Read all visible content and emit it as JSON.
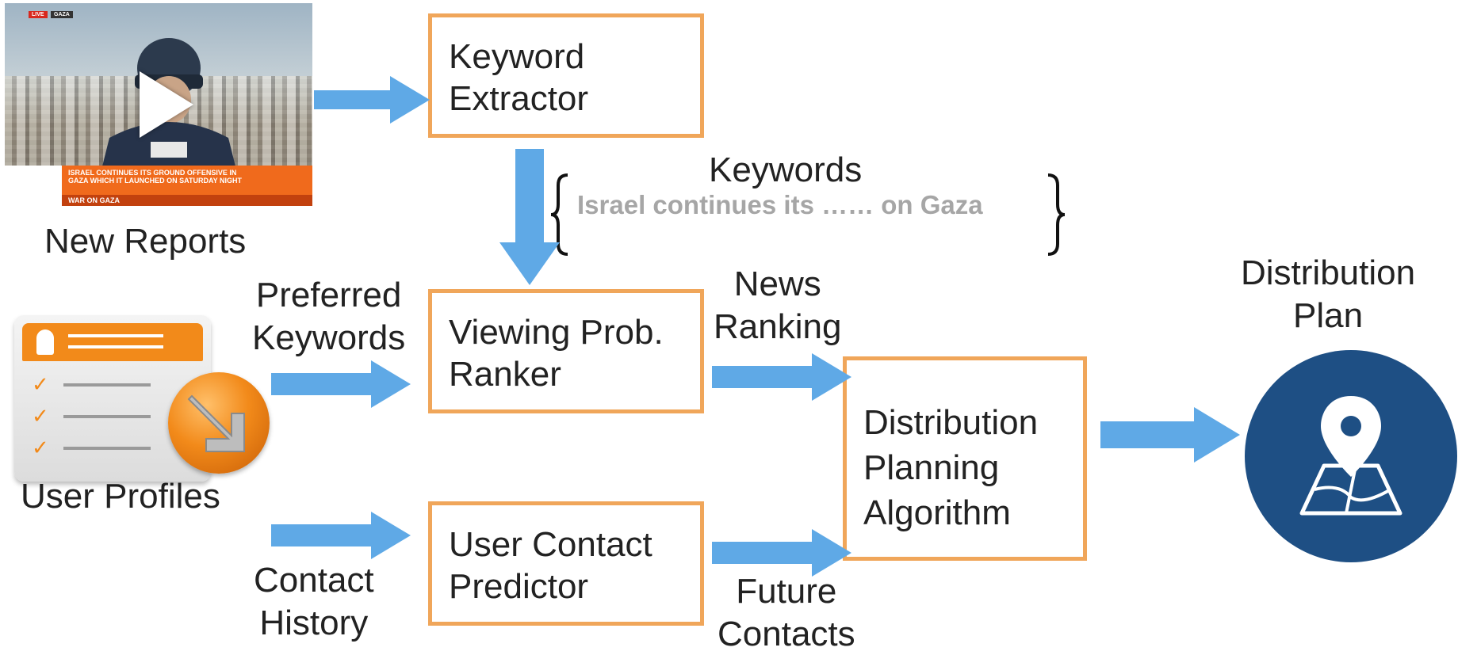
{
  "video": {
    "live_badge": "LIVE",
    "location_badge": "GAZA",
    "ticker_line1": "ISRAEL CONTINUES ITS GROUND OFFENSIVE IN",
    "ticker_line2": "GAZA WHICH IT LAUNCHED ON SATURDAY NIGHT",
    "ticker_bottom": "WAR ON GAZA",
    "caption": "New Reports"
  },
  "boxes": {
    "keyword_extractor": [
      "Keyword",
      "Extractor"
    ],
    "viewing_ranker": [
      "Viewing Prob.",
      "Ranker"
    ],
    "contact_predictor": [
      "User Contact",
      "Predictor"
    ],
    "distribution_planning": [
      "Distribution",
      "Planning",
      "Algorithm"
    ]
  },
  "keywords": {
    "heading": "Keywords",
    "example": "Israel continues its …… on Gaza"
  },
  "labels": {
    "preferred_keywords": [
      "Preferred",
      "Keywords"
    ],
    "user_profiles": "User Profiles",
    "contact_history": [
      "Contact",
      "History"
    ],
    "news_ranking": [
      "News",
      "Ranking"
    ],
    "future_contacts": [
      "Future",
      "Contacts"
    ],
    "distribution_plan": [
      "Distribution",
      "Plan"
    ]
  },
  "colors": {
    "box_border": "#f0a65a",
    "arrow": "#5fa9e6",
    "plan_circle": "#1e4f84",
    "keyword_example": "#a6a6a6"
  },
  "icons": {
    "video": "video-thumbnail-with-play-icon",
    "profiles": "user-profile-card-icon",
    "plan": "map-pin-icon"
  }
}
